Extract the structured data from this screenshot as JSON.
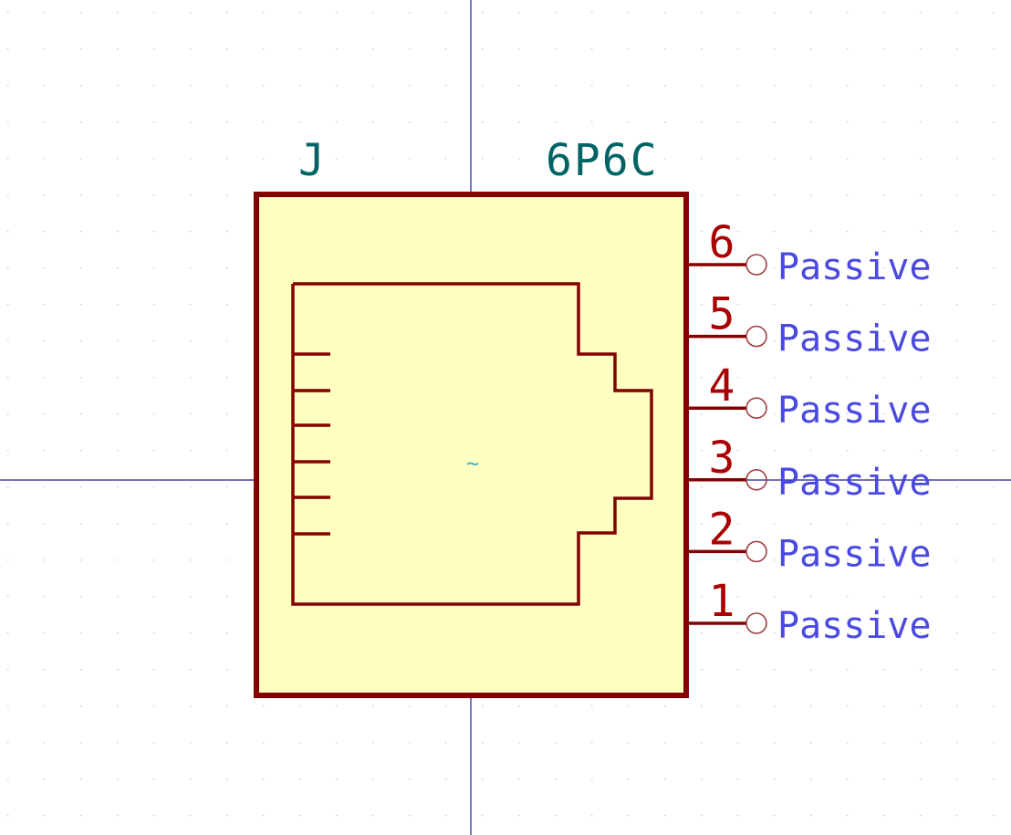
{
  "symbol": {
    "reference": "J",
    "value": "6P6C",
    "center_mark": "~"
  },
  "pins": [
    {
      "number": "6",
      "type": "Passive"
    },
    {
      "number": "5",
      "type": "Passive"
    },
    {
      "number": "4",
      "type": "Passive"
    },
    {
      "number": "3",
      "type": "Passive"
    },
    {
      "number": "2",
      "type": "Passive"
    },
    {
      "number": "1",
      "type": "Passive"
    }
  ],
  "colors": {
    "body_outline": "#840000",
    "body_fill": "#ffffc2",
    "reference_value_text": "#006464",
    "pin_number_text": "#a90000",
    "pin_type_text": "#4a4ae0",
    "axis": "#1a1a8c",
    "grid_dot": "#c8c8c8",
    "pin_end": "#a04040",
    "center_mark": "#44b0c8"
  },
  "icons": {
    "connector_body": "rj-jack-outline-icon",
    "pin_end": "pin-circle-icon"
  }
}
